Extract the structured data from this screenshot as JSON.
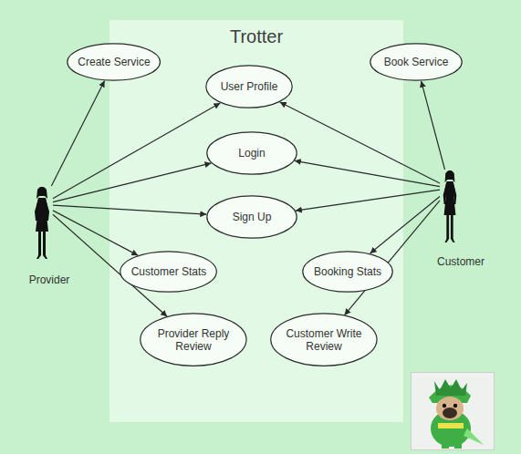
{
  "diagram": {
    "nodes": [
      {
        "text": [
          "Trotter"
        ]
      },
      {
        "text": [
          "Create Service"
        ]
      },
      {
        "text": [
          "User Profile"
        ],
        "in": 0
      },
      {
        "text": [
          "Book Service"
        ]
      },
      {
        "text": [
          "Login"
        ],
        "in": 0
      },
      {
        "text": [
          "Provider"
        ]
      },
      {
        "text": [
          "Sign Up"
        ],
        "in": 0
      },
      {
        "text": [
          "Customer"
        ]
      },
      {
        "text": [
          "Customer Stats"
        ],
        "in": 0
      },
      {
        "text": [
          "Booking Stats"
        ],
        "in": 0
      },
      {
        "text": [
          "Provider Reply Review"
        ],
        "in": 0
      },
      {
        "text": [
          "Customer Write Review"
        ],
        "in": 0
      }
    ],
    "edges": [
      {
        "from": 5,
        "to": 1,
        "arrow": "to"
      },
      {
        "from": 5,
        "to": 2,
        "arrow": "to"
      },
      {
        "from": 5,
        "to": 4,
        "arrow": "to"
      },
      {
        "from": 5,
        "to": 6,
        "arrow": "to"
      },
      {
        "from": 5,
        "to": 8,
        "arrow": "to"
      },
      {
        "from": 5,
        "to": 10,
        "arrow": "to"
      },
      {
        "from": 7,
        "to": 3,
        "arrow": "to"
      },
      {
        "from": 7,
        "to": 2,
        "arrow": "to"
      },
      {
        "from": 7,
        "to": 4,
        "arrow": "to"
      },
      {
        "from": 7,
        "to": 6,
        "arrow": "to"
      },
      {
        "from": 7,
        "to": 9,
        "arrow": "to"
      },
      {
        "from": 7,
        "to": 11,
        "arrow": "to"
      }
    ]
  }
}
